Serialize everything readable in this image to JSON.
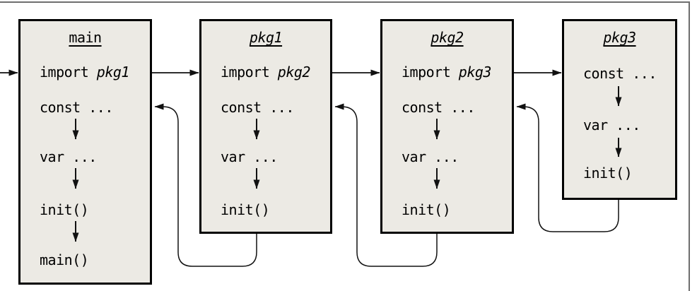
{
  "colors": {
    "box-fill": "#ECEAE4",
    "box-border": "#000000",
    "arrow": "#111111",
    "frame": "#6e6e6e",
    "background": "#ffffff",
    "text": "#000000"
  },
  "boxes": [
    {
      "title": "main",
      "import_keyword": "import",
      "import_target": "pkg1",
      "steps": [
        "const ...",
        "var ...",
        "init()",
        "main()"
      ]
    },
    {
      "title": "pkg1",
      "import_keyword": "import",
      "import_target": "pkg2",
      "steps": [
        "const ...",
        "var ...",
        "init()"
      ]
    },
    {
      "title": "pkg2",
      "import_keyword": "import",
      "import_target": "pkg3",
      "steps": [
        "const ...",
        "var ...",
        "init()"
      ]
    },
    {
      "title": "pkg3",
      "steps": [
        "const ...",
        "var ...",
        "init()"
      ]
    }
  ]
}
